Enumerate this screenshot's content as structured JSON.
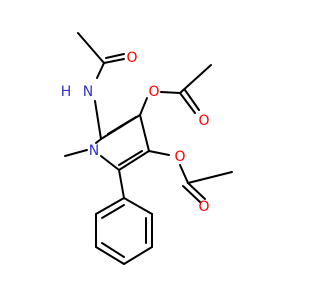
{
  "molecule": {
    "colors": {
      "bond": "#000000",
      "nitrogen": "#3333cc",
      "oxygen": "#ff0000",
      "carbon": "#000000"
    },
    "atoms": [
      {
        "id": "nh",
        "text": "N",
        "element": "N"
      },
      {
        "id": "nh-h",
        "text": "H",
        "element": "N"
      },
      {
        "id": "amide-o",
        "text": "O",
        "element": "O"
      },
      {
        "id": "ring-n",
        "text": "N",
        "element": "N"
      },
      {
        "id": "ester-o1",
        "text": "O",
        "element": "O"
      },
      {
        "id": "carbonyl-o1",
        "text": "O",
        "element": "O"
      },
      {
        "id": "ester-o2",
        "text": "O",
        "element": "O"
      },
      {
        "id": "carbonyl-o2",
        "text": "O",
        "element": "O"
      }
    ]
  }
}
